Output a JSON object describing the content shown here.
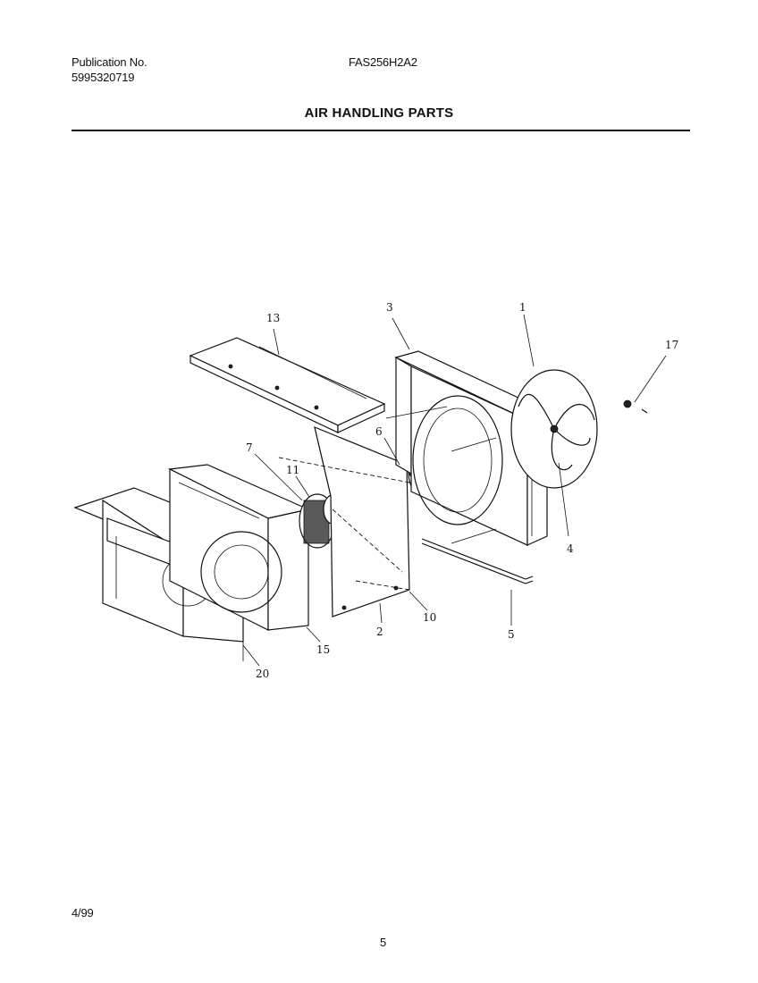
{
  "header": {
    "publication_label": "Publication No.",
    "publication_number": "5995320719",
    "model_number": "FAS256H2A2",
    "title": "AIR HANDLING PARTS"
  },
  "footer": {
    "date": "4/99",
    "page_number": "5"
  },
  "diagram": {
    "callouts": {
      "fan_blade": "1",
      "panel_a": "2",
      "shroud": "3",
      "clip": "4",
      "drain_tube": "5",
      "motor_mount": "6",
      "blower_wheel": "7",
      "partition_panel": "10",
      "blower_scroll_cover": "11",
      "top_cover": "13",
      "blower_housing": "15",
      "nut": "17",
      "front_air_duct": "20"
    }
  }
}
